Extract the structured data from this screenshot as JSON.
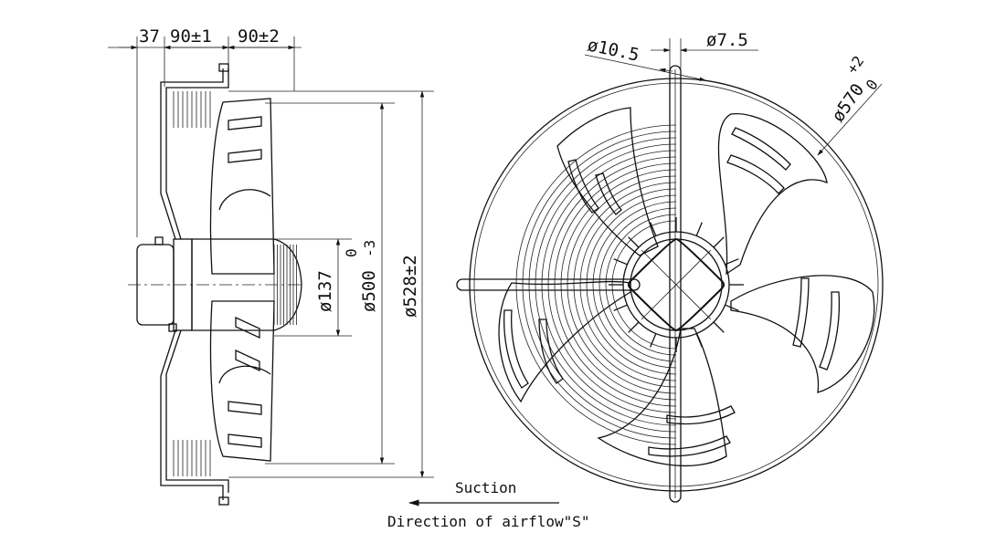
{
  "side_view": {
    "dims_top": {
      "d37": "37",
      "d90a": "90±1",
      "d90b": "90±2"
    },
    "dims_vertical": {
      "d137": "ø137",
      "d500": "ø500",
      "d500_tol_top": "0",
      "d500_tol_bottom": "-3",
      "d528": "ø528±2"
    }
  },
  "front_view": {
    "hole_a": "ø10.5",
    "hole_b": "ø7.5",
    "d570": "ø570",
    "d570_tol_top": "+2",
    "d570_tol_bottom": "0"
  },
  "airflow": {
    "suction_label": "Suction",
    "direction_label": "Direction of airflow\"S\""
  },
  "colors": {
    "line": "#111111",
    "paper": "#ffffff"
  }
}
